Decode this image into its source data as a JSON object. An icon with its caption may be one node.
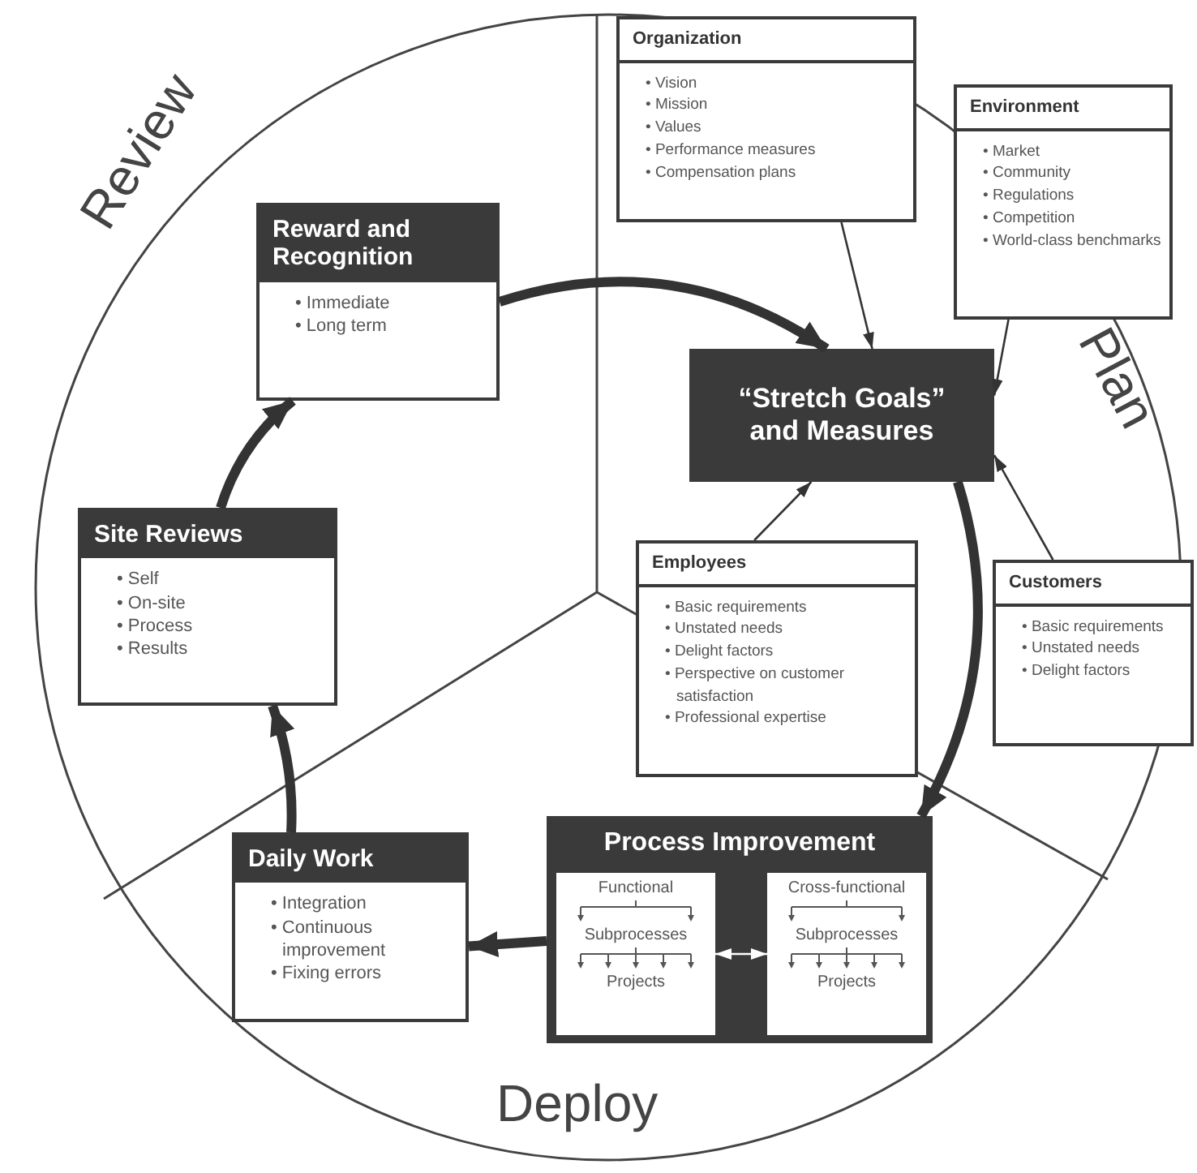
{
  "diagram": {
    "nodes": [
      {
        "text": [
          "Organization",
          "• Vision",
          "• Mission",
          "• Values",
          "• Performance measures",
          "• Compensation plans"
        ]
      },
      {
        "text": [
          "Environment",
          "• Market",
          "• Community",
          "• Regulations",
          "• Competition",
          "• World-class benchmarks"
        ]
      },
      {
        "text": [
          "“Stretch Goals” and Measures"
        ]
      },
      {
        "text": [
          "Employees",
          "• Basic requirements",
          "• Unstated needs",
          "• Delight factors",
          "• Perspective on customer satisfaction",
          "• Professional expertise"
        ]
      },
      {
        "text": [
          "Customers",
          "• Basic requirements",
          "• Unstated needs",
          "• Delight factors"
        ]
      },
      {
        "text": [
          "Process Improvement"
        ]
      },
      {
        "text": [
          "Functional",
          "Subprocesses",
          "Projects"
        ],
        "in": 5
      },
      {
        "text": [
          "Cross-functional",
          "Subprocesses",
          "Projects"
        ],
        "in": 5
      },
      {
        "text": [
          "Daily Work",
          "• Integration",
          "• Continuous improvement",
          "• Fixing errors"
        ]
      },
      {
        "text": [
          "Site Reviews",
          "• Self",
          "• On-site",
          "• Process",
          "• Results"
        ]
      },
      {
        "text": [
          "Reward and Recognition",
          "• Immediate",
          "• Long term"
        ]
      }
    ],
    "edges": [
      {
        "from": 0,
        "to": 2,
        "arrow": "to"
      },
      {
        "from": 1,
        "to": 2,
        "arrow": "to"
      },
      {
        "from": 3,
        "to": 2,
        "arrow": "to"
      },
      {
        "from": 4,
        "to": 2,
        "arrow": "to"
      },
      {
        "from": 2,
        "to": 5,
        "arrow": "to",
        "style": "thick"
      },
      {
        "from": 6,
        "to": 7,
        "arrow": "both",
        "color": "#ffffff"
      },
      {
        "from": 5,
        "to": 8,
        "arrow": "to",
        "style": "thick"
      },
      {
        "from": 8,
        "to": 9,
        "arrow": "to",
        "style": "thick"
      },
      {
        "from": 9,
        "to": 10,
        "arrow": "to",
        "style": "thick"
      },
      {
        "from": 10,
        "to": 2,
        "arrow": "to",
        "style": "thick"
      }
    ],
    "labels": [
      "Review",
      "Plan",
      "Deploy"
    ]
  }
}
